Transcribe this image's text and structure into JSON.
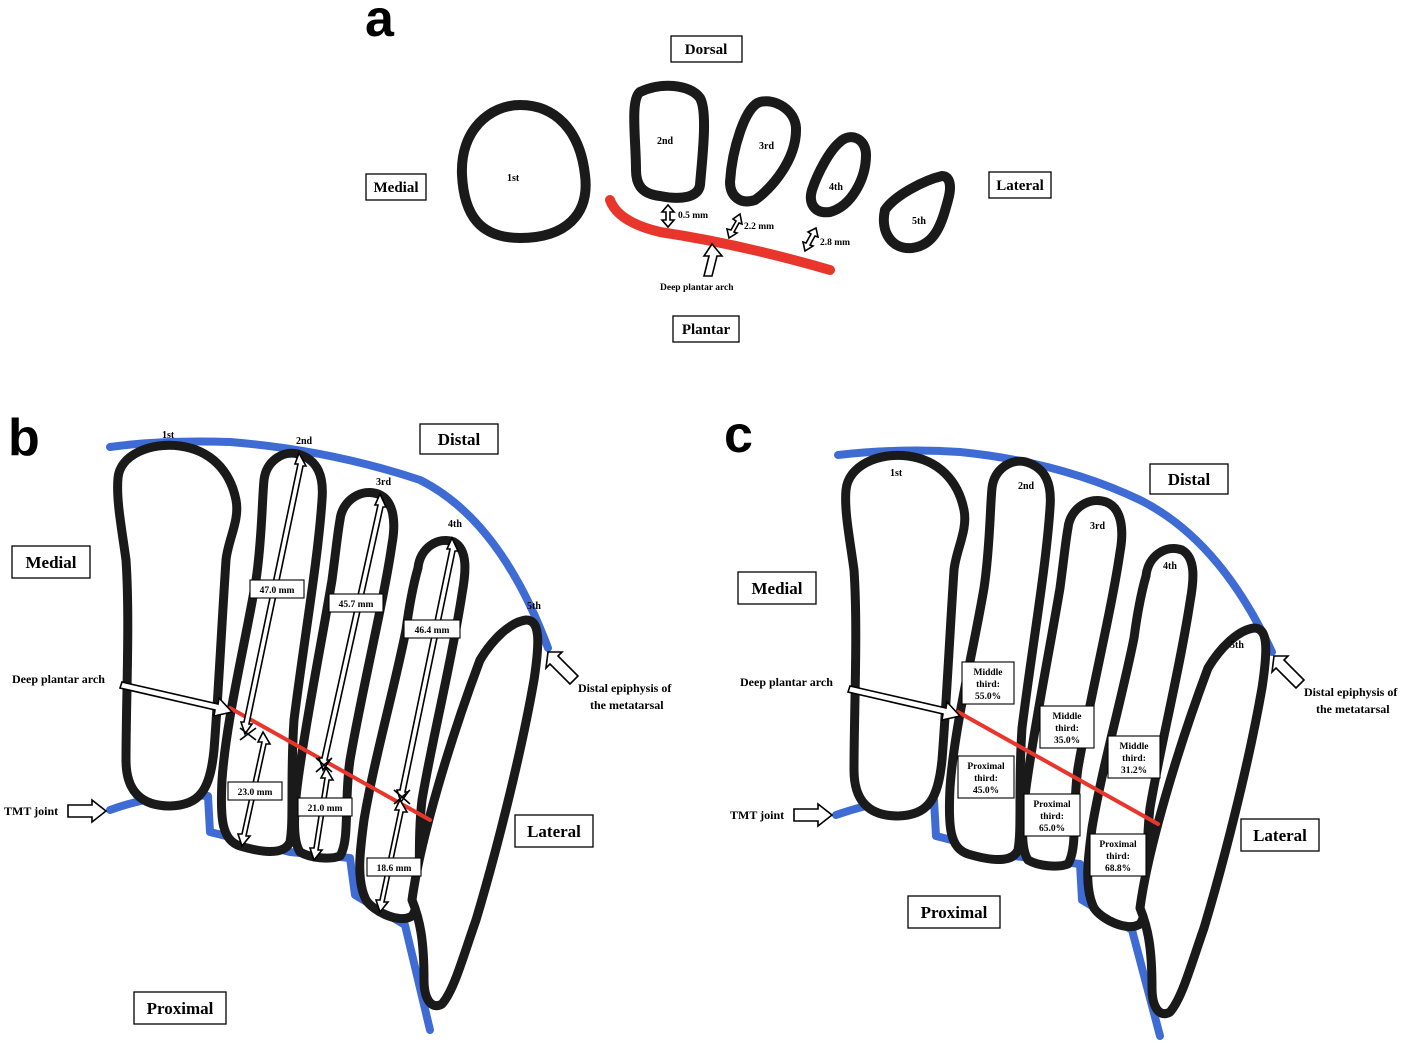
{
  "panels": {
    "a": {
      "letter": "a",
      "directions": {
        "top": "Dorsal",
        "bottom": "Plantar",
        "left": "Medial",
        "right": "Lateral"
      },
      "bones": [
        "1st",
        "2nd",
        "3rd",
        "4th",
        "5th"
      ],
      "distances": [
        "0.5 mm",
        "2.2 mm",
        "2.8 mm"
      ],
      "arch_label": "Deep plantar  arch"
    },
    "b": {
      "letter": "b",
      "directions": {
        "top": "Distal",
        "bottom": "Proximal",
        "left": "Medial",
        "right": "Lateral"
      },
      "bones": [
        "1st",
        "2nd",
        "3rd",
        "4th",
        "5th"
      ],
      "arch_label": "Deep plantar  arch",
      "tmt_label": "TMT joint",
      "epiphysis_label": [
        "Distal epiphysis of",
        "the metatarsal"
      ],
      "distal_lengths": [
        "47.0 mm",
        "45.7 mm",
        "46.4 mm"
      ],
      "proximal_lengths": [
        "23.0 mm",
        "21.0 mm",
        "18.6 mm"
      ]
    },
    "c": {
      "letter": "c",
      "directions": {
        "top": "Distal",
        "bottom": "Proximal",
        "left": "Medial",
        "right": "Lateral"
      },
      "bones": [
        "1st",
        "2nd",
        "3rd",
        "4th",
        "5th"
      ],
      "arch_label": "Deep plantar  arch",
      "tmt_label": "TMT joint",
      "epiphysis_label": [
        "Distal epiphysis of",
        "the metatarsal"
      ],
      "middle_thirds": [
        [
          "Middle",
          "third:",
          "55.0%"
        ],
        [
          "Middle",
          "third:",
          "35.0%"
        ],
        [
          "Middle",
          "third:",
          "31.2%"
        ]
      ],
      "proximal_thirds": [
        [
          "Proximal",
          "third:",
          "45.0%"
        ],
        [
          "Proximal",
          "third:",
          "65.0%"
        ],
        [
          "Proximal",
          "third:",
          "68.8%"
        ]
      ]
    }
  },
  "colors": {
    "arch": "#e8362c",
    "joint_line": "#2f5fd0",
    "outline": "#1a1a1a"
  }
}
